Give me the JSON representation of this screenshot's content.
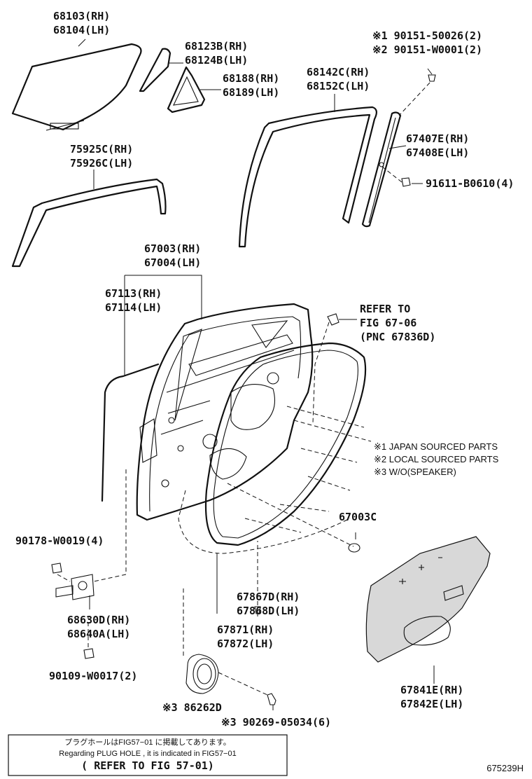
{
  "labels": {
    "p68103": "68103(RH)",
    "p68104": "68104(LH)",
    "p68123b": "68123B(RH)",
    "p68124b": "68124B(LH)",
    "p68188": "68188(RH)",
    "p68189": "68189(LH)",
    "p68142c": "68142C(RH)",
    "p68152c": "68152C(LH)",
    "p90151a": "※1 90151-50026(2)",
    "p90151b": "※2 90151-W0001(2)",
    "p67407e": "67407E(RH)",
    "p67408e": "67408E(LH)",
    "p91611": "91611-B0610(4)",
    "p75925c": "75925C(RH)",
    "p75926c": "75926C(LH)",
    "p67003": "67003(RH)",
    "p67004": "67004(LH)",
    "p67113": "67113(RH)",
    "p67114": "67114(LH)",
    "refer1": "REFER TO",
    "refer2": "FIG 67-06",
    "refer3": "(PNC 67836D)",
    "p67003c": "67003C",
    "p90178": "90178-W0019(4)",
    "p68630d": "68630D(RH)",
    "p68640a": "68640A(LH)",
    "p90109": "90109-W0017(2)",
    "p67867d": "67867D(RH)",
    "p67868d": "67868D(LH)",
    "p67871": "67871(RH)",
    "p67872": "67872(LH)",
    "p86262d": "※3 86262D",
    "p90269": "※3 90269-05034(6)",
    "p67841e": "67841E(RH)",
    "p67842e": "67842E(LH)"
  },
  "legend": {
    "l1": "※1 JAPAN SOURCED PARTS",
    "l2": "※2 LOCAL SOURCED PARTS",
    "l3": "※3 W/O(SPEAKER)"
  },
  "footer": {
    "jp": "プラグホールはFIG57−01 に掲載してあります。",
    "en": "Regarding  PLUG HOLE ,  it is indicated  in  FIG57−01",
    "ref": "( REFER TO FIG 57-01)",
    "code": "675239H"
  }
}
